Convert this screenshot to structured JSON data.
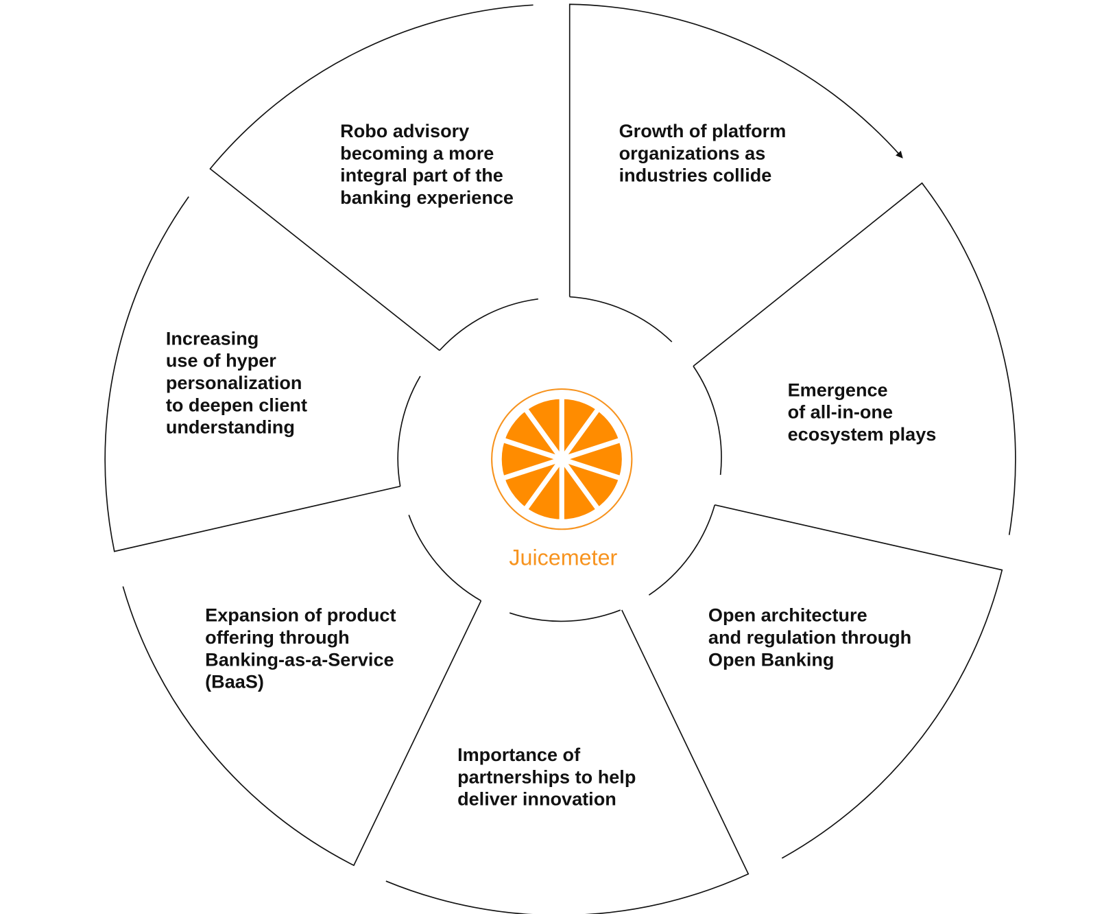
{
  "center": {
    "brand": "Juicemeter",
    "icon": "orange-slice-icon",
    "accent_color": "#F7931E"
  },
  "segments": [
    {
      "lines": [
        "Growth of platform",
        "organizations as",
        "industries collide"
      ]
    },
    {
      "lines": [
        "Emergence",
        "of all-in-one",
        "ecosystem plays"
      ]
    },
    {
      "lines": [
        "Open architecture",
        "and regulation through",
        "Open Banking"
      ]
    },
    {
      "lines": [
        "Importance of",
        "partnerships to help",
        "deliver innovation"
      ]
    },
    {
      "lines": [
        "Expansion of product",
        "offering through",
        "Banking-as-a-Service",
        "(BaaS)"
      ]
    },
    {
      "lines": [
        "Increasing",
        "use of hyper",
        "personalization",
        "to deepen client",
        "understanding"
      ]
    },
    {
      "lines": [
        "Robo advisory",
        "becoming a more",
        "integral part of the",
        "banking experience"
      ]
    }
  ]
}
